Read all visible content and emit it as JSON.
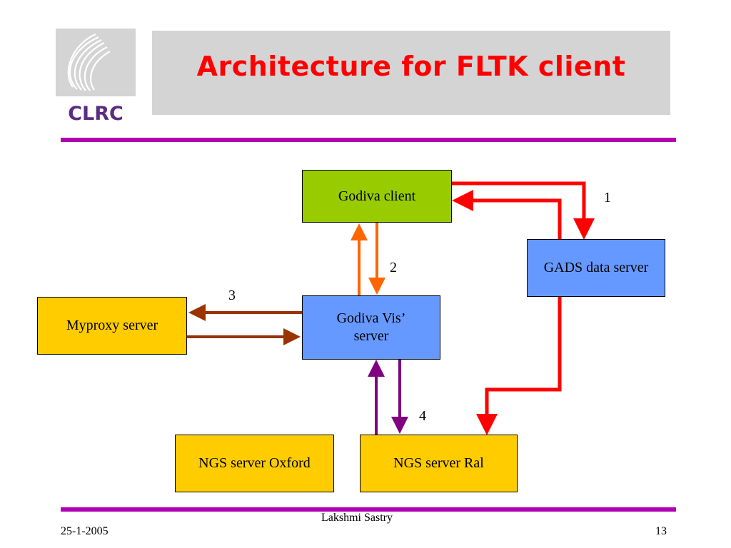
{
  "slide": {
    "title": "Architecture for FLTK client",
    "logo_text": "CLRC"
  },
  "diagram": {
    "nodes": {
      "godiva_client": "Godiva client",
      "gads_server": "GADS data server",
      "godiva_vis_line1": "Godiva Vis’",
      "godiva_vis_line2": "server",
      "myproxy": "Myproxy server",
      "ngs_oxford": "NGS server Oxford",
      "ngs_ral": "NGS server Ral"
    },
    "edge_labels": [
      "1",
      "2",
      "3",
      "4"
    ]
  },
  "footer": {
    "date": "25-1-2005",
    "author": "Lakshmi Sastry",
    "page": "13"
  },
  "colors": {
    "title": "#ff0000",
    "rule": "#b000b0",
    "green_node": "#99cc00",
    "blue_node": "#6699ff",
    "yellow_node": "#ffcc00",
    "red_arrow": "#ff0000",
    "orange_arrow": "#ff6600",
    "brown_arrow": "#993300",
    "purple_arrow": "#800080"
  }
}
